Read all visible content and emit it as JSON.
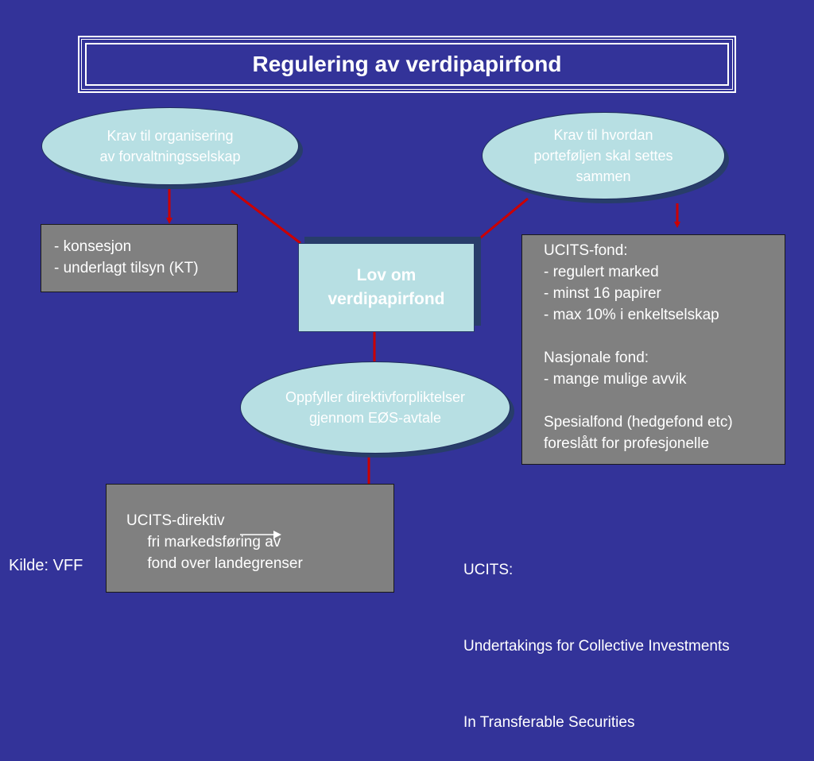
{
  "title": "Regulering av verdipapirfond",
  "colors": {
    "background": "#333399",
    "ellipse_fill": "#b7dfe3",
    "box_fill": "#808080",
    "connector": "#cc0000"
  },
  "ellipse_org": {
    "lines": [
      "Krav til organisering",
      "av forvaltningsselskap"
    ]
  },
  "ellipse_portfolio": {
    "lines": [
      "Krav til hvordan",
      "porteføljen skal settes",
      "sammen"
    ]
  },
  "ellipse_directive": {
    "lines": [
      "Oppfyller direktivforpliktelser",
      "gjennom EØS-avtale"
    ]
  },
  "center": {
    "lines": [
      "Lov om",
      "verdipapirfond"
    ]
  },
  "box_license": {
    "lines": [
      "- konsesjon",
      "- underlagt tilsyn (KT)"
    ]
  },
  "box_ucits_fund": {
    "lines": [
      "UCITS-fond:",
      "- regulert marked",
      "- minst 16 papirer",
      "- max 10% i enkeltselskap",
      "",
      "Nasjonale fond:",
      "- mange mulige avvik",
      "",
      "Spesialfond (hedgefond etc)",
      "foreslått for profesjonelle"
    ]
  },
  "box_directive": {
    "lines": [
      "UCITS-direktiv",
      "     fri markedsføring av",
      "     fond over landegrenser"
    ]
  },
  "ucits_note": {
    "lines": [
      "UCITS:",
      "Undertakings for Collective Investments",
      "In Transferable Securities"
    ]
  },
  "source": "Kilde: VFF"
}
